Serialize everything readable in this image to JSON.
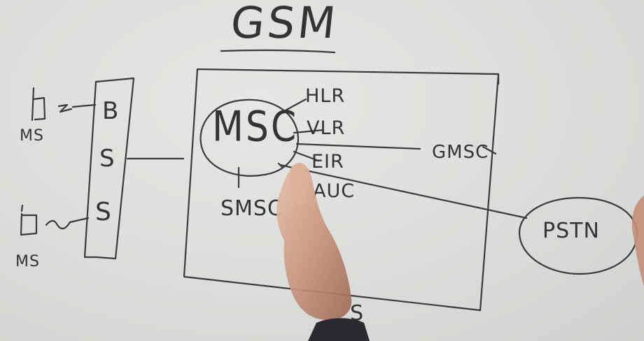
{
  "diagram": {
    "title": "GSM",
    "msc": "MSC",
    "hlr": "HLR",
    "vlr": "VLR",
    "eir": "EIR",
    "auc": "AUC",
    "smsc": "SMSC",
    "gmsc": "GMSC",
    "pstn": "PSTN",
    "bss_b": "B",
    "bss_s1": "S",
    "bss_s2": "S",
    "ms_top": "MS",
    "ms_bottom": "MS",
    "bottom_label": "S"
  },
  "colors": {
    "board": "#dcdedb",
    "ink": "#3a3a3c",
    "skin": "#c9967f",
    "sleeve": "#2a2a30"
  }
}
